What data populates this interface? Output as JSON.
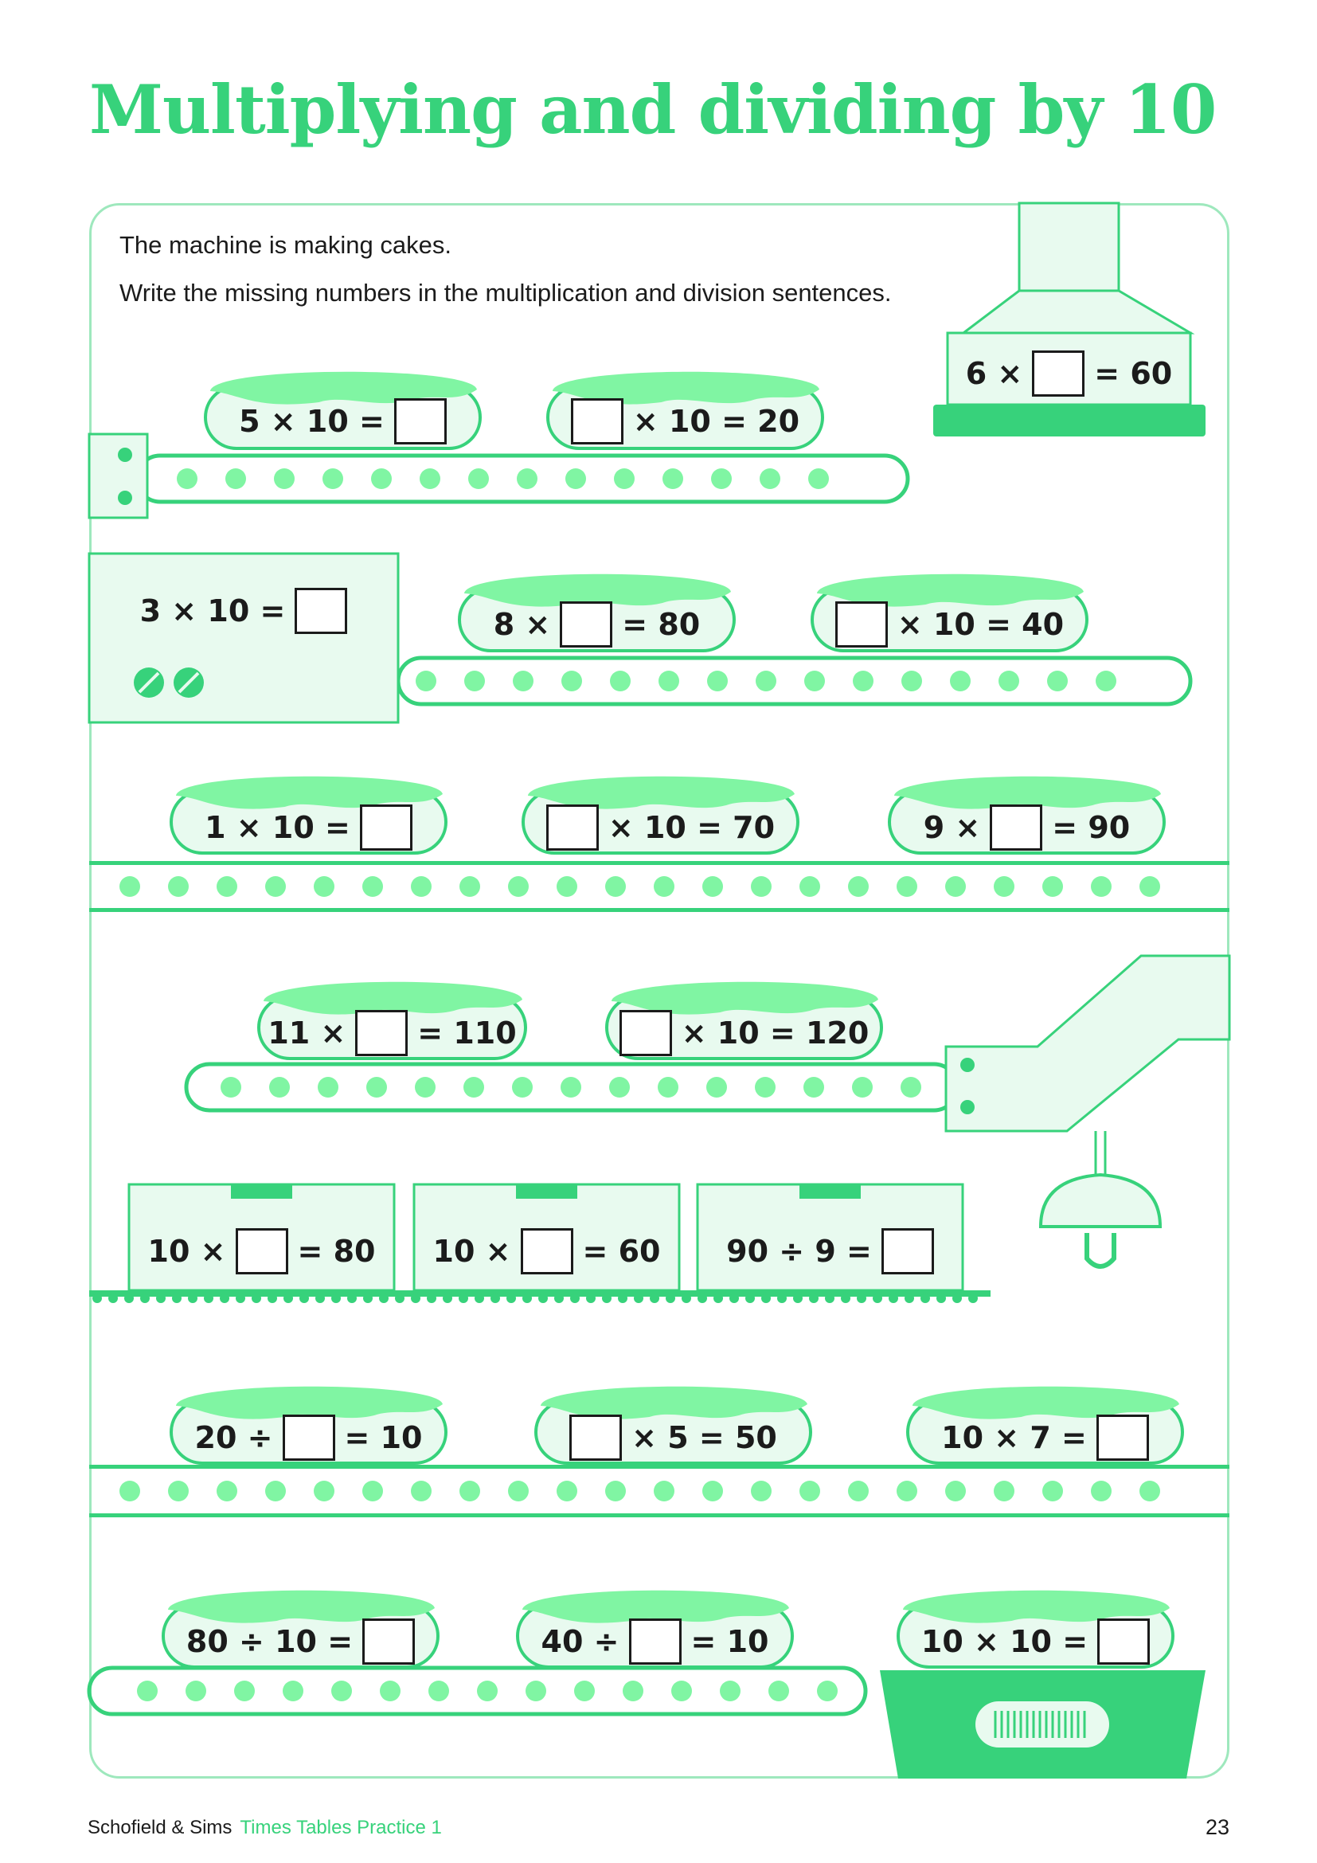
{
  "title": "Multiplying and dividing by 10",
  "instructions": {
    "line1": "The machine is making cakes.",
    "line2": "Write the missing numbers in the multiplication and division sentences."
  },
  "questions": [
    {
      "id": "q1",
      "left": "5 × 10 =",
      "right": "",
      "answer_position": "end"
    },
    {
      "id": "q2",
      "left": "",
      "right": "× 10 = 20",
      "answer_position": "start"
    },
    {
      "id": "q3",
      "left": "6 ×",
      "right": "= 60",
      "answer_position": "middle"
    },
    {
      "id": "q4",
      "left": "3 × 10 =",
      "right": "",
      "answer_position": "end"
    },
    {
      "id": "q5",
      "left": "8 ×",
      "right": "= 80",
      "answer_position": "middle"
    },
    {
      "id": "q6",
      "left": "",
      "right": "× 10 = 40",
      "answer_position": "start"
    },
    {
      "id": "q7",
      "left": "1 × 10 =",
      "right": "",
      "answer_position": "end"
    },
    {
      "id": "q8",
      "left": "",
      "right": "× 10 = 70",
      "answer_position": "start"
    },
    {
      "id": "q9",
      "left": "9 ×",
      "right": "= 90",
      "answer_position": "middle"
    },
    {
      "id": "q10",
      "left": "11 ×",
      "right": "= 110",
      "answer_position": "middle"
    },
    {
      "id": "q11",
      "left": "",
      "right": "× 10 = 120",
      "answer_position": "start"
    },
    {
      "id": "q12",
      "left": "10 ×",
      "right": "= 80",
      "answer_position": "middle"
    },
    {
      "id": "q13",
      "left": "10 ×",
      "right": "= 60",
      "answer_position": "middle"
    },
    {
      "id": "q14",
      "left": "90 ÷ 9 =",
      "right": "",
      "answer_position": "end"
    },
    {
      "id": "q15",
      "left": "20 ÷",
      "right": "= 10",
      "answer_position": "middle"
    },
    {
      "id": "q16",
      "left": "",
      "right": "× 5 = 50",
      "answer_position": "start"
    },
    {
      "id": "q17",
      "left": "10 × 7 =",
      "right": "",
      "answer_position": "end"
    },
    {
      "id": "q18",
      "left": "80 ÷ 10 =",
      "right": "",
      "answer_position": "end"
    },
    {
      "id": "q19",
      "left": "40 ÷",
      "right": "= 10",
      "answer_position": "middle"
    },
    {
      "id": "q20",
      "left": "10 × 10 =",
      "right": "",
      "answer_position": "end"
    }
  ],
  "footer": {
    "publisher": "Schofield & Sims",
    "series": "Times Tables Practice 1",
    "page_number": "23"
  },
  "colors": {
    "accent": "#37d27b",
    "light_fill": "#e8faef",
    "icing": "#80f5a3",
    "outline": "#37d27b"
  }
}
